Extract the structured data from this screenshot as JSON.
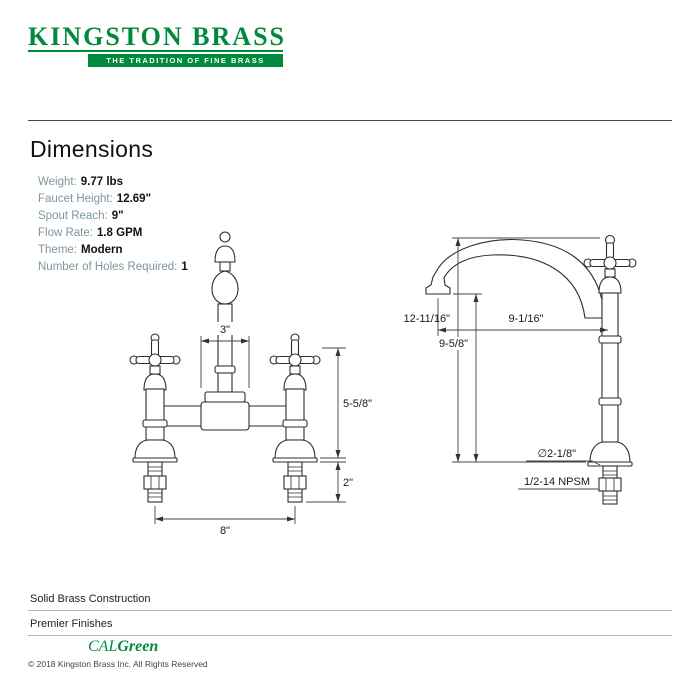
{
  "colors": {
    "brand_green": "#008A3E",
    "spec_label_gray": "#7E95A0"
  },
  "brand": {
    "name": "KINGSTON BRASS",
    "tagline": "THE TRADITION OF FINE BRASS"
  },
  "page": {
    "title": "Dimensions"
  },
  "specs": [
    {
      "label": "Weight:",
      "value": "9.77 lbs"
    },
    {
      "label": "Faucet Height:",
      "value": "12.69\""
    },
    {
      "label": "Spout Reach:",
      "value": "9\""
    },
    {
      "label": "Flow Rate:",
      "value": "1.8 GPM"
    },
    {
      "label": "Theme:",
      "value": "Modern"
    },
    {
      "label": "Number of Holes Required:",
      "value": "1"
    }
  ],
  "drawing": {
    "front_view": {
      "dim_top_width": "3\"",
      "dim_body_height": "5-5/8\"",
      "dim_shank_length": "2\"",
      "dim_spread": "8\""
    },
    "side_view": {
      "dim_overall_height": "12-11/16\"",
      "dim_spout_height": "9-5/8\"",
      "dim_spout_reach": "9-1/16\"",
      "dim_base_diameter": "∅2-1/8\"",
      "dim_thread_size": "1/2-14 NPSM"
    }
  },
  "footer": {
    "feature_1": "Solid Brass Construction",
    "feature_2": "Premier Finishes",
    "calgreen_cal": "CAL",
    "calgreen_green": "Green",
    "copyright": "© 2018 Kingston Brass Inc. All Rights Reserved"
  }
}
